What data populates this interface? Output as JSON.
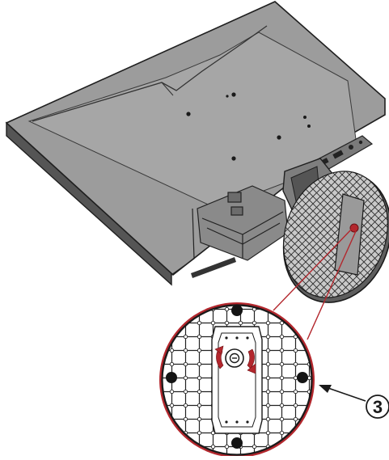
{
  "diagram": {
    "step_number": "3",
    "colors": {
      "monitor_body": "#9a9a9a",
      "monitor_edge": "#2a2a2a",
      "stand_base": "#8e8e8e",
      "accent_red": "#b3272d",
      "line": "#1a1a1a"
    },
    "icons": [
      "monitor-back",
      "stand-base",
      "base-screw",
      "rotate-arrows",
      "callout-arrow"
    ]
  }
}
